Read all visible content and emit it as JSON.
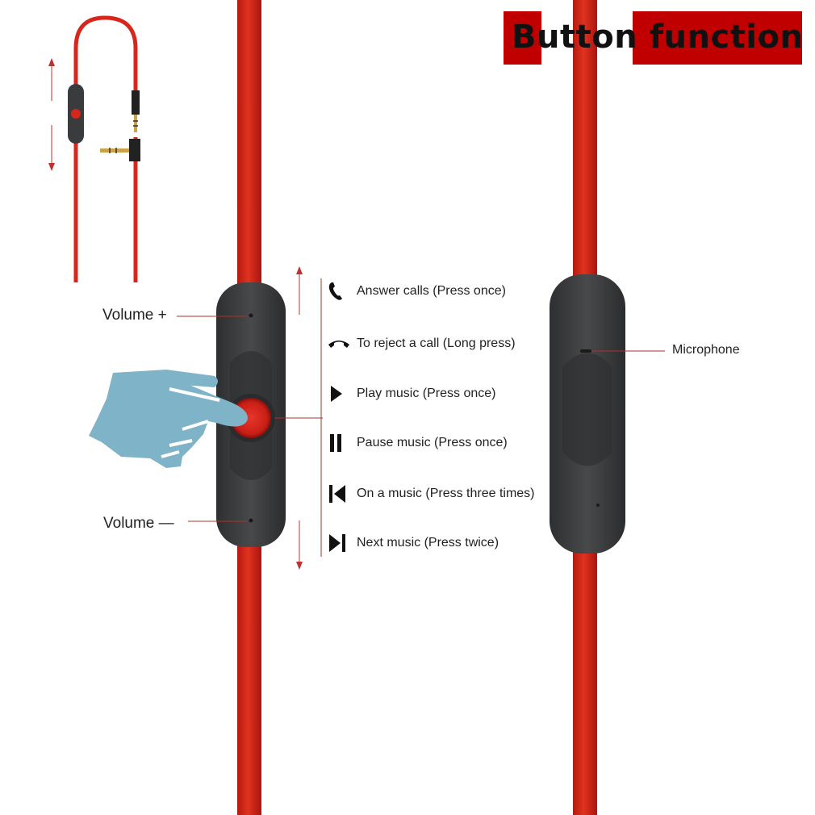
{
  "title": "Button function",
  "colors": {
    "cable_red": "#d8261c",
    "cable_dark": "#b01810",
    "remote_body": "#3a3b3d",
    "title_bg": "#c00000",
    "hand": "#7fb3c8",
    "leader_line": "#b03030"
  },
  "labels": {
    "volume_up": "Volume +",
    "volume_down": "Volume —",
    "microphone": "Microphone"
  },
  "functions": [
    {
      "icon": "phone-answer-icon",
      "text": "Answer calls (Press once)"
    },
    {
      "icon": "phone-hangup-icon",
      "text": "To reject a call (Long press)"
    },
    {
      "icon": "play-icon",
      "text": "Play music (Press once)"
    },
    {
      "icon": "pause-icon",
      "text": "Pause music (Press once)"
    },
    {
      "icon": "previous-track-icon",
      "text": "On a music (Press three times)"
    },
    {
      "icon": "next-track-icon",
      "text": "Next music (Press twice)"
    }
  ]
}
